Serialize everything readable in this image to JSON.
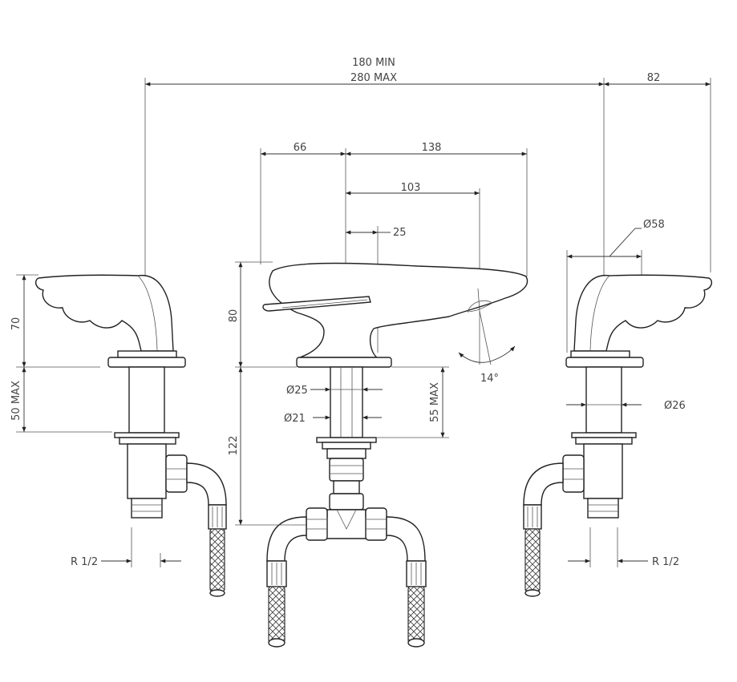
{
  "title": "",
  "dimensions": {
    "span_min": "180 MIN",
    "span_max": "280 MAX",
    "handle_offset": "82",
    "spout_back": "66",
    "spout_reach": "138",
    "spout_reach_inner": "103",
    "spout_base_offset": "25",
    "handle_diameter": "Ø58",
    "handle_height": "70",
    "spout_height": "80",
    "angle": "14°",
    "deck_left": "50 MAX",
    "deck_center": "55 MAX",
    "shank_length": "122",
    "dia_25": "Ø25",
    "dia_21": "Ø21",
    "dia_26": "Ø26",
    "thread_left": "R 1/2",
    "thread_right": "R 1/2"
  }
}
